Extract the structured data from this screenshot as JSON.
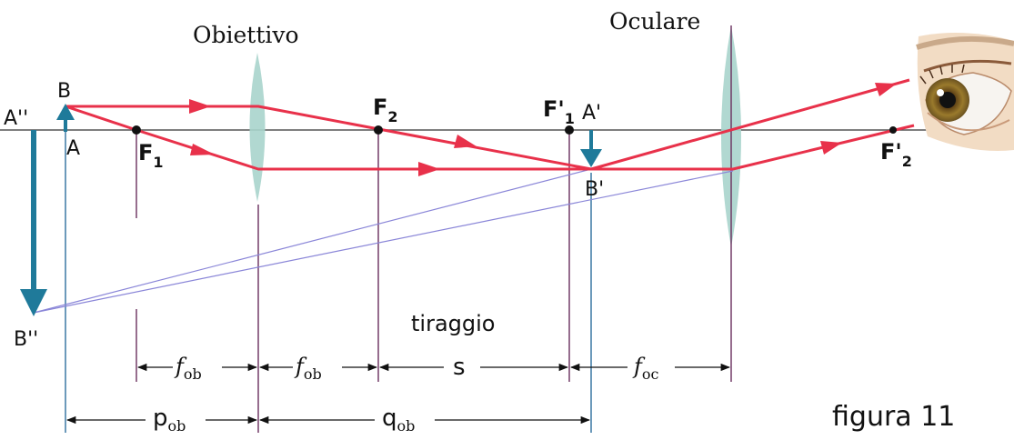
{
  "lenses": {
    "objective": "Obiettivo",
    "eyepiece": "Oculare"
  },
  "points": {
    "A": "A",
    "B": "B",
    "A_prime": "A'",
    "B_prime": "B'",
    "A_second": "A''",
    "B_second": "B''",
    "F1": {
      "letter": "F",
      "sub": "1"
    },
    "F2": {
      "letter": "F",
      "sub": "2"
    },
    "F1_prime": {
      "letter": "F'",
      "sub": "1"
    },
    "F2_prime": {
      "letter": "F'",
      "sub": "2"
    }
  },
  "labels": {
    "tiraggio": "tiraggio",
    "figure": "figura 11"
  },
  "dimensions": {
    "f_ob_1": {
      "main": "f",
      "sub": "ob"
    },
    "f_ob_2": {
      "main": "f",
      "sub": "ob"
    },
    "s": {
      "main": "s",
      "sub": ""
    },
    "f_oc": {
      "main": "f",
      "sub": "oc"
    },
    "p_ob": {
      "main": "p",
      "sub": "ob"
    },
    "q_ob": {
      "main": "q",
      "sub": "ob"
    }
  },
  "colors": {
    "ray": "#e8314a",
    "arrow_blue": "#1f7a9a",
    "lens": "#a9d4cc",
    "construction": "#8a86d8",
    "vline_blue": "#2d6f9e",
    "vline_purple": "#6a2f5e"
  },
  "icons": {
    "eye": "eye-icon"
  }
}
